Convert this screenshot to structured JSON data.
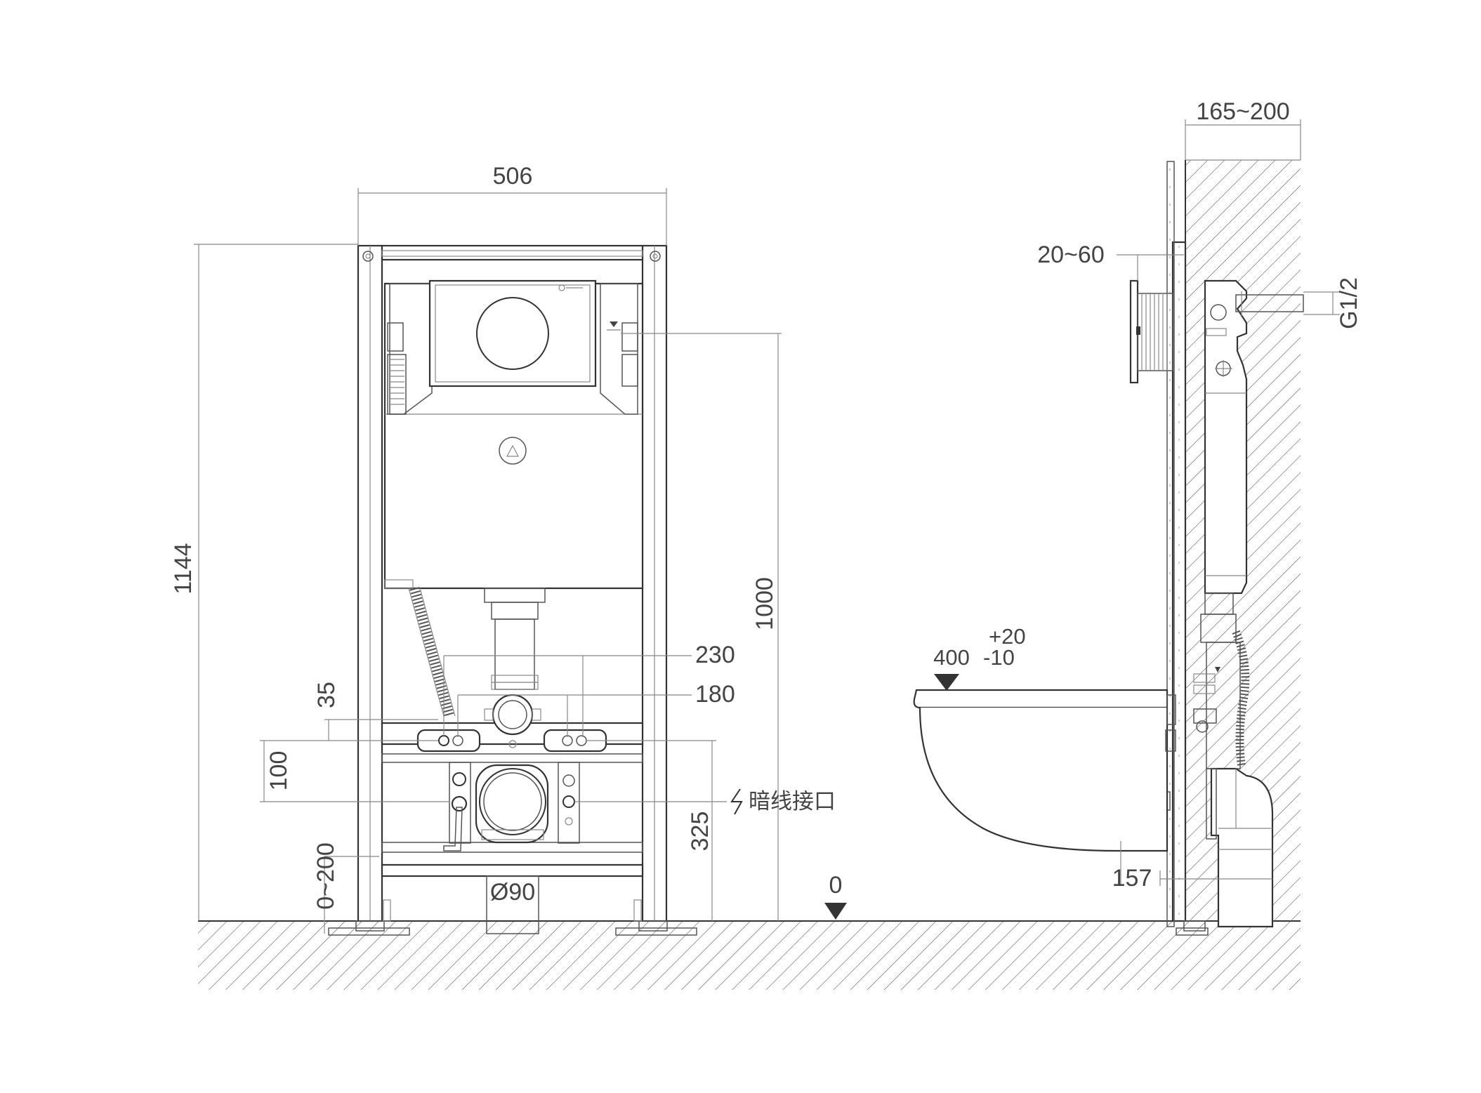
{
  "front_view": {
    "dim_width": "506",
    "dim_height_total": "1144",
    "dim_flush_height": "1000",
    "dim_bolt_230": "230",
    "dim_bolt_180": "180",
    "dim_35": "35",
    "dim_100": "100",
    "dim_325": "325",
    "dim_adjust": "0~200",
    "dim_drain": "Ø90",
    "electrical_label": "暗线接口",
    "floor_level": "0"
  },
  "side_view": {
    "dim_wall_depth": "165~200",
    "dim_plate": "20~60",
    "dim_water_inlet": "G1/2",
    "dim_seat_height": "400",
    "tol_plus": "+20",
    "tol_minus": "-10",
    "dim_157": "157"
  },
  "icons": {
    "electric": "lightning-icon",
    "level": "triangle-marker-icon"
  },
  "colors": {
    "line": "#333333",
    "dimension": "#888888",
    "text": "#444444"
  }
}
